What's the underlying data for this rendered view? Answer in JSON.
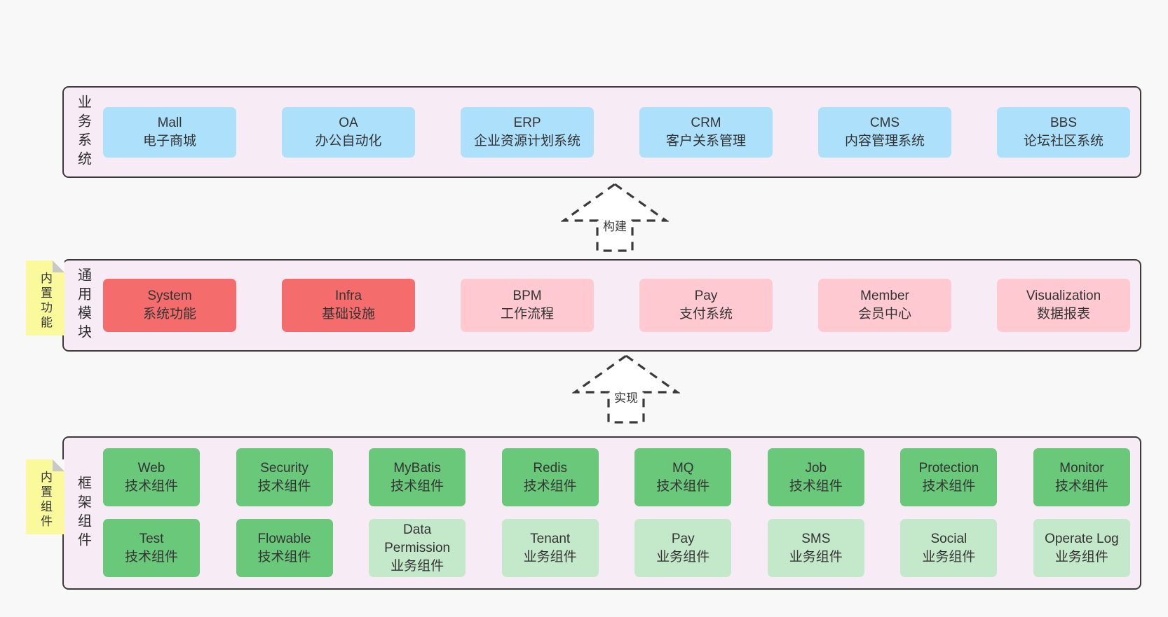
{
  "colors": {
    "page_background": "#f8f8f8",
    "panel_background": "#f7ecf6",
    "panel_border": "#3b3b3b",
    "business_blue": "#ace0fb",
    "core_red": "#f56c6c",
    "optional_pink": "#ffc9d2",
    "tech_green": "#69c87a",
    "biz_light_green": "#c4e8ca",
    "sticky_yellow": "#fafa9d",
    "fold_gray": "#c8c8c8",
    "arrow_stroke": "#3a3a3a"
  },
  "arrows": [
    {
      "label": "构建"
    },
    {
      "label": "实现"
    }
  ],
  "notes": [
    {
      "label": "内置功能"
    },
    {
      "label": "内置组件"
    }
  ],
  "panels": [
    {
      "label": "业务系统",
      "boxes": [
        {
          "title": "Mall",
          "subtitle": "电子商城",
          "color": "#ace0fb"
        },
        {
          "title": "OA",
          "subtitle": "办公自动化",
          "color": "#ace0fb"
        },
        {
          "title": "ERP",
          "subtitle": "企业资源计划系统",
          "color": "#ace0fb"
        },
        {
          "title": "CRM",
          "subtitle": "客户关系管理",
          "color": "#ace0fb"
        },
        {
          "title": "CMS",
          "subtitle": "内容管理系统",
          "color": "#ace0fb"
        },
        {
          "title": "BBS",
          "subtitle": "论坛社区系统",
          "color": "#ace0fb"
        }
      ]
    },
    {
      "label": "通用模块",
      "boxes": [
        {
          "title": "System",
          "subtitle": "系统功能",
          "color": "#f56c6c"
        },
        {
          "title": "Infra",
          "subtitle": "基础设施",
          "color": "#f56c6c"
        },
        {
          "title": "BPM",
          "subtitle": "工作流程",
          "color": "#ffc9d2"
        },
        {
          "title": "Pay",
          "subtitle": "支付系统",
          "color": "#ffc9d2"
        },
        {
          "title": "Member",
          "subtitle": "会员中心",
          "color": "#ffc9d2"
        },
        {
          "title": "Visualization",
          "subtitle": "数据报表",
          "color": "#ffc9d2"
        }
      ]
    },
    {
      "label": "框架组件",
      "rows": [
        [
          {
            "title": "Web",
            "subtitle": "技术组件",
            "color": "#69c87a"
          },
          {
            "title": "Security",
            "subtitle": "技术组件",
            "color": "#69c87a"
          },
          {
            "title": "MyBatis",
            "subtitle": "技术组件",
            "color": "#69c87a"
          },
          {
            "title": "Redis",
            "subtitle": "技术组件",
            "color": "#69c87a"
          },
          {
            "title": "MQ",
            "subtitle": "技术组件",
            "color": "#69c87a"
          },
          {
            "title": "Job",
            "subtitle": "技术组件",
            "color": "#69c87a"
          },
          {
            "title": "Protection",
            "subtitle": "技术组件",
            "color": "#69c87a"
          },
          {
            "title": "Monitor",
            "subtitle": "技术组件",
            "color": "#69c87a"
          }
        ],
        [
          {
            "title": "Test",
            "subtitle": "技术组件",
            "color": "#69c87a"
          },
          {
            "title": "Flowable",
            "subtitle": "技术组件",
            "color": "#69c87a"
          },
          {
            "title": "Data Permission",
            "subtitle": "业务组件",
            "color": "#c4e8ca"
          },
          {
            "title": "Tenant",
            "subtitle": "业务组件",
            "color": "#c4e8ca"
          },
          {
            "title": "Pay",
            "subtitle": "业务组件",
            "color": "#c4e8ca"
          },
          {
            "title": "SMS",
            "subtitle": "业务组件",
            "color": "#c4e8ca"
          },
          {
            "title": "Social",
            "subtitle": "业务组件",
            "color": "#c4e8ca"
          },
          {
            "title": "Operate Log",
            "subtitle": "业务组件",
            "color": "#c4e8ca"
          }
        ]
      ]
    }
  ]
}
